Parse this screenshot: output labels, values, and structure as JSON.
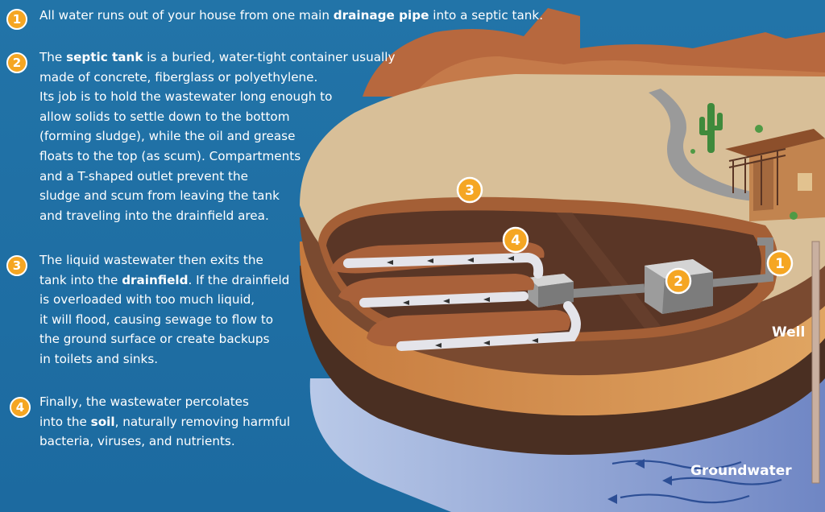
{
  "steps": [
    {
      "number": "1",
      "parts": [
        [
          "All water runs out of your house from one main ",
          false
        ],
        [
          "drainage pipe",
          true
        ],
        [
          " into a septic tank.",
          false
        ]
      ]
    },
    {
      "number": "2",
      "lines": [
        [
          [
            "The ",
            false
          ],
          [
            "septic tank",
            true
          ],
          [
            " is a buried, water-tight container usually",
            false
          ]
        ],
        [
          [
            "made of concrete, fiberglass or polyethylene.",
            false
          ]
        ],
        [
          [
            "Its job is to hold the wastewater long enough to",
            false
          ]
        ],
        [
          [
            "allow solids to settle down to the bottom",
            false
          ]
        ],
        [
          [
            "(forming sludge), while the oil and grease",
            false
          ]
        ],
        [
          [
            "floats to the top (as scum). Compartments",
            false
          ]
        ],
        [
          [
            "and a T-shaped outlet prevent the",
            false
          ]
        ],
        [
          [
            "sludge and scum from leaving the tank",
            false
          ]
        ],
        [
          [
            "and traveling into the drainfield area.",
            false
          ]
        ]
      ]
    },
    {
      "number": "3",
      "lines": [
        [
          [
            "The liquid wastewater then exits the",
            false
          ]
        ],
        [
          [
            "tank into the ",
            false
          ],
          [
            "drainfield",
            true
          ],
          [
            ". If the drainfield",
            false
          ]
        ],
        [
          [
            "is overloaded with too much liquid,",
            false
          ]
        ],
        [
          [
            "it will flood, causing sewage to flow to",
            false
          ]
        ],
        [
          [
            "the ground surface or create backups",
            false
          ]
        ],
        [
          [
            "in toilets and sinks.",
            false
          ]
        ]
      ]
    },
    {
      "number": "4",
      "lines": [
        [
          [
            "Finally, the wastewater percolates",
            false
          ]
        ],
        [
          [
            "into the ",
            false
          ],
          [
            "soil",
            true
          ],
          [
            ", naturally removing harmful",
            false
          ]
        ],
        [
          [
            "bacteria, viruses, and nutrients.",
            false
          ]
        ]
      ]
    }
  ],
  "diagram": {
    "well_label": "Well",
    "groundwater_label": "Groundwater",
    "badges": [
      "1",
      "2",
      "3",
      "4"
    ]
  },
  "colors": {
    "background": "#1f6fa3",
    "badge": "#f5a623",
    "text": "#ffffff"
  }
}
